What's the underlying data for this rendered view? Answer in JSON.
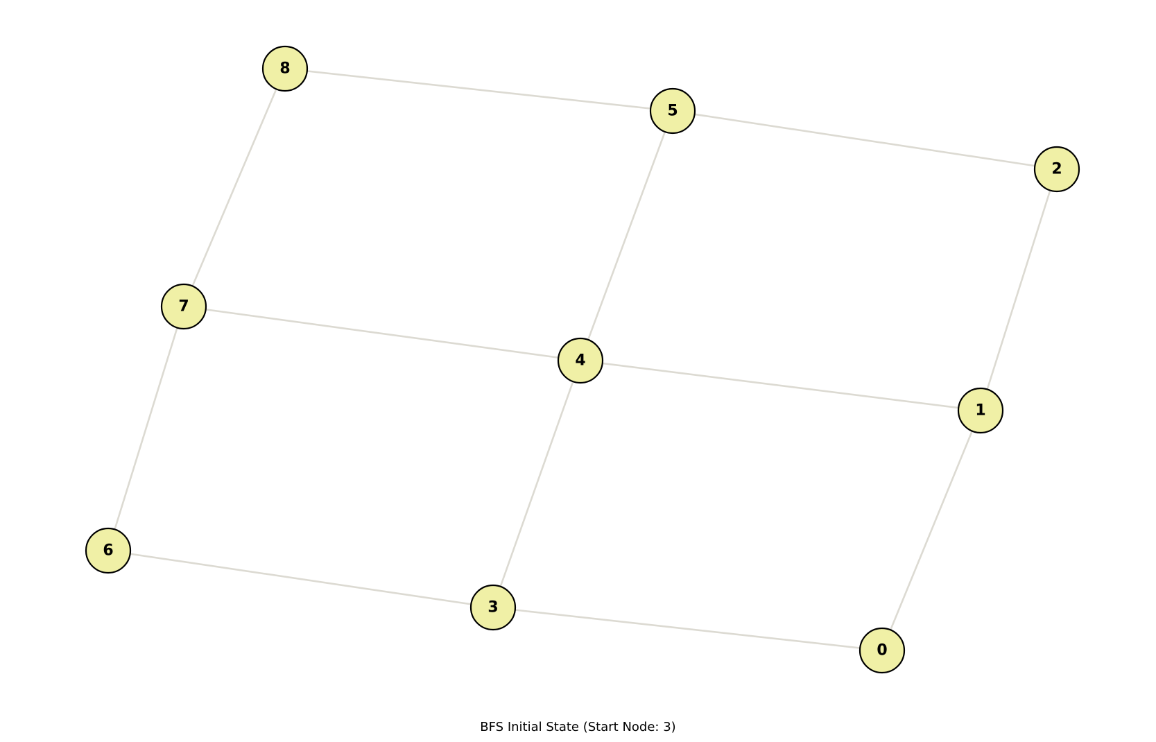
{
  "diagram": {
    "caption": "BFS Initial State (Start Node: 3)",
    "start_node": "3",
    "nodes": [
      {
        "id": "0",
        "label": "0"
      },
      {
        "id": "1",
        "label": "1"
      },
      {
        "id": "2",
        "label": "2"
      },
      {
        "id": "3",
        "label": "3"
      },
      {
        "id": "4",
        "label": "4"
      },
      {
        "id": "5",
        "label": "5"
      },
      {
        "id": "6",
        "label": "6"
      },
      {
        "id": "7",
        "label": "7"
      },
      {
        "id": "8",
        "label": "8"
      }
    ],
    "edges": [
      [
        "8",
        "5"
      ],
      [
        "5",
        "2"
      ],
      [
        "8",
        "7"
      ],
      [
        "5",
        "4"
      ],
      [
        "2",
        "1"
      ],
      [
        "7",
        "4"
      ],
      [
        "4",
        "1"
      ],
      [
        "7",
        "6"
      ],
      [
        "4",
        "3"
      ],
      [
        "1",
        "0"
      ],
      [
        "6",
        "3"
      ],
      [
        "3",
        "0"
      ]
    ],
    "colors": {
      "node_fill": "#f0f0a6",
      "node_stroke": "#000000",
      "edge": "#dcdad2",
      "label": "#000000"
    }
  }
}
